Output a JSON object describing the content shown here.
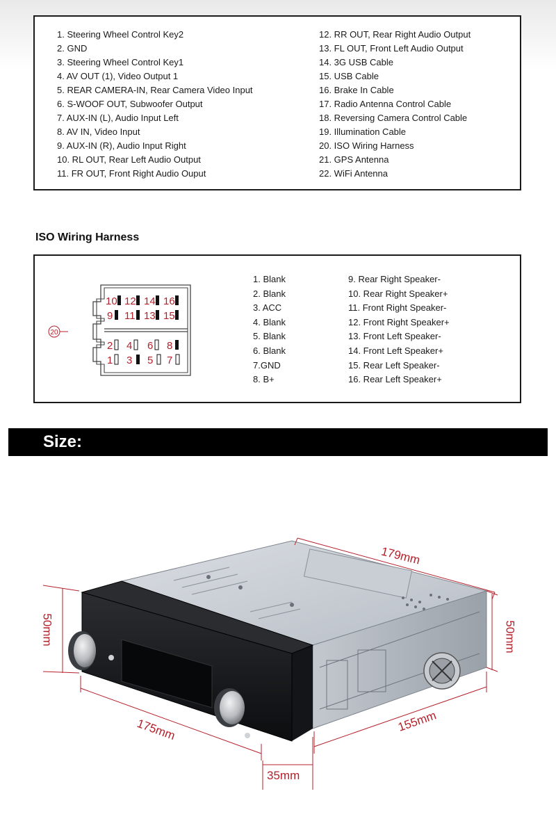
{
  "ports": {
    "left": [
      "1. Steering Wheel Control Key2",
      "2. GND",
      "3. Steering Wheel Control Key1",
      "4. AV OUT (1), Video Output 1",
      "5. REAR CAMERA-IN, Rear Camera Video Input",
      "6. S-WOOF OUT, Subwoofer Output",
      "7. AUX-IN (L), Audio Input Left",
      "8. AV IN, Video Input",
      "9. AUX-IN (R), Audio Input Right",
      "10. RL OUT, Rear Left Audio Output",
      "11. FR OUT, Front Right Audio Ouput"
    ],
    "right": [
      "12. RR OUT, Rear Right Audio Output",
      "13. FL OUT, Front Left Audio Output",
      "14. 3G USB Cable",
      "15. USB Cable",
      "16. Brake In Cable",
      "17. Radio Antenna Control Cable",
      "18. Reversing Camera Control Cable",
      "19. Illumination Cable",
      "20. ISO Wiring Harness",
      "21. GPS Antenna",
      "22. WiFi Antenna"
    ]
  },
  "iso": {
    "title": "ISO Wiring Harness",
    "connector_label": "20",
    "pins_top_row1": [
      "10",
      "12",
      "14",
      "16"
    ],
    "pins_top_row2": [
      "9",
      "11",
      "13",
      "15"
    ],
    "pins_bottom_row1": [
      "2",
      "4",
      "6",
      "8"
    ],
    "pins_bottom_row2": [
      "1",
      "3",
      "5",
      "7"
    ],
    "left": [
      "1. Blank",
      "2. Blank",
      "3. ACC",
      "4. Blank",
      "5. Blank",
      "6. Blank",
      "7.GND",
      "8. B+"
    ],
    "right": [
      "9. Rear Right Speaker-",
      "10. Rear Right Speaker+",
      "11. Front Right Speaker-",
      "12. Front Right Speaker+",
      "13. Front Left Speaker-",
      "14. Front Left Speaker+",
      "15. Rear Left Speaker-",
      "16. Rear Left Speaker+"
    ],
    "pin_color": "#b4202a"
  },
  "size": {
    "title": "Size:",
    "dims": {
      "top_depth": "179mm",
      "left_height": "50mm",
      "right_height": "50mm",
      "front_width": "175mm",
      "side_depth": "155mm",
      "face_depth": "35mm"
    },
    "dim_color": "#b4202a"
  }
}
